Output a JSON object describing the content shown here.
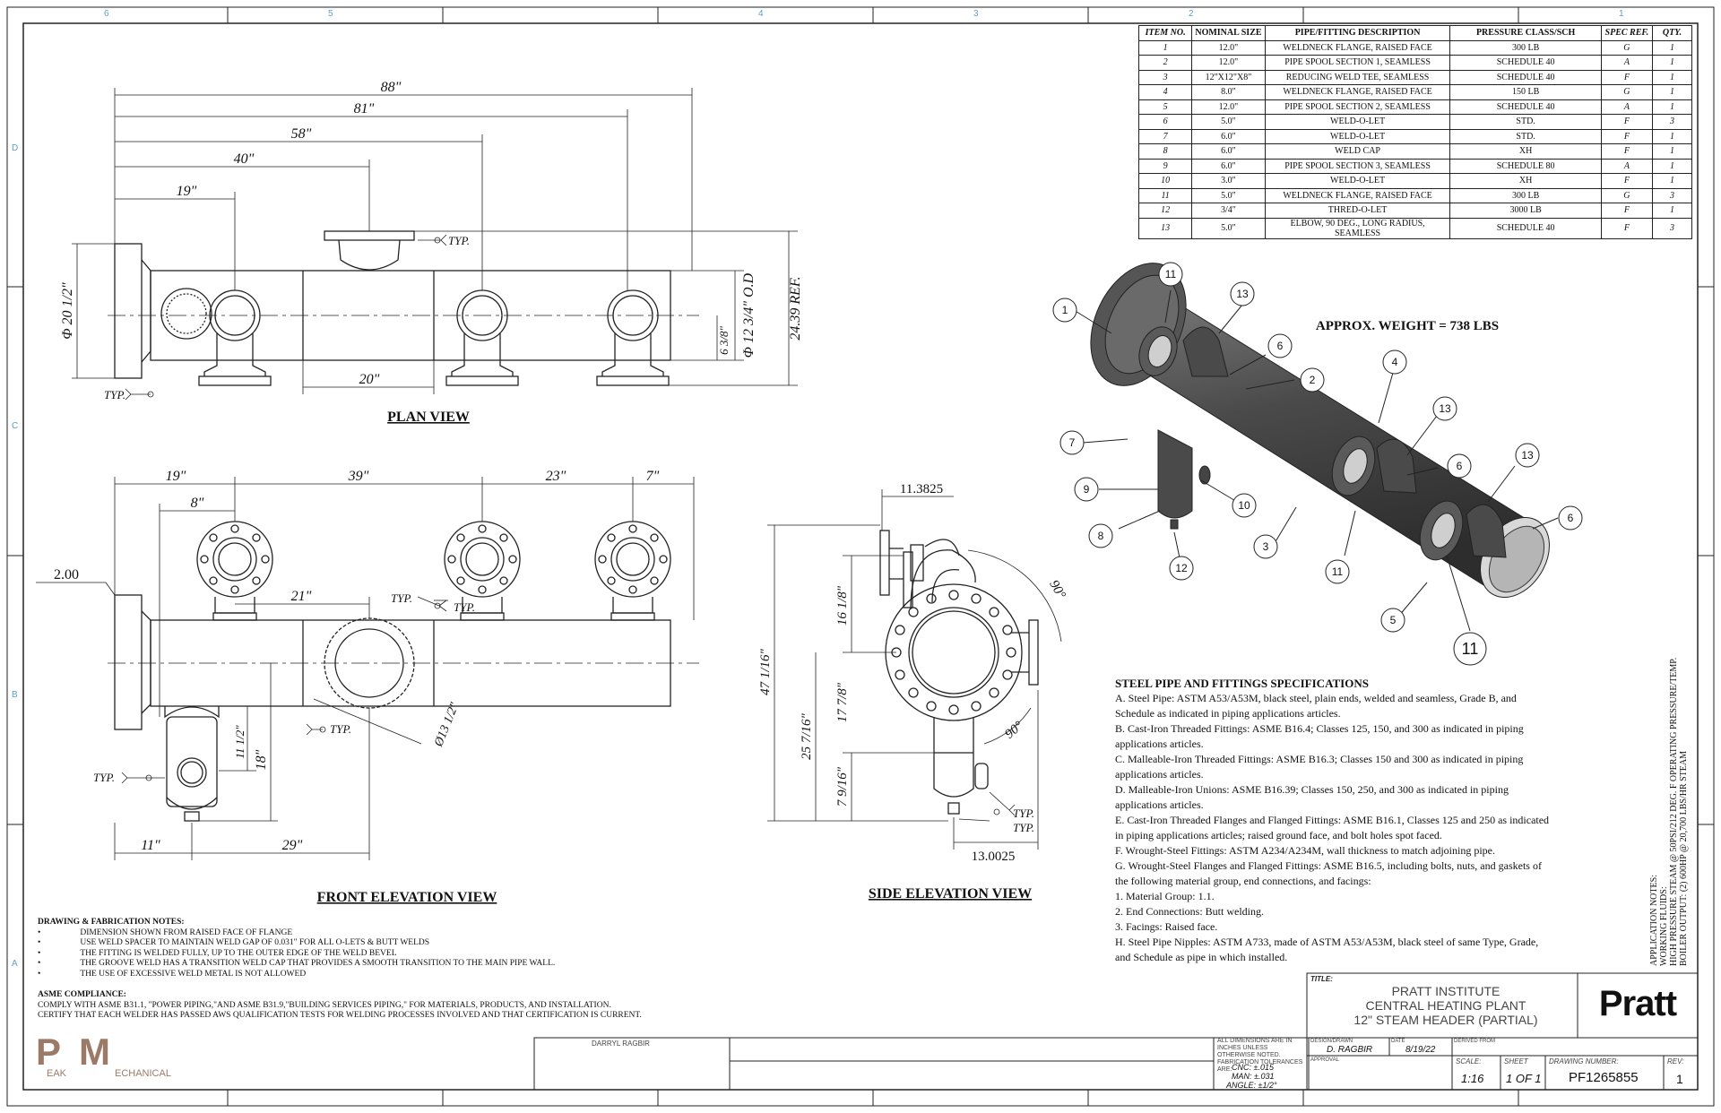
{
  "colors": {
    "line": "#222222",
    "steel": "#4a4a4a",
    "steel_light": "#8a8a8a",
    "zone": "#5aa3c7"
  },
  "zones": {
    "top": [
      "6",
      "5",
      "4",
      "3",
      "2",
      "1"
    ],
    "side": [
      "D",
      "C",
      "B",
      "A"
    ]
  },
  "plan_view": {
    "title": "PLAN VIEW",
    "dims": [
      "88\"",
      "81\"",
      "58\"",
      "40\"",
      "19\"",
      "20\"",
      "24.39 REF.",
      "6 3/8\"",
      "Φ 12 3/4\" O.D",
      "Φ 20 1/2\""
    ],
    "typ": [
      "TYP.",
      "TYP."
    ]
  },
  "front_view": {
    "title": "FRONT ELEVATION VIEW",
    "dims": [
      "19\"",
      "39\"",
      "23\"",
      "7\"",
      "8\"",
      "21\"",
      "2.00",
      "11 1/2\"",
      "18\"",
      "11\"",
      "29\"",
      "Ø13 1/2\""
    ],
    "typ": [
      "TYP.",
      "TYP.",
      "TYP.",
      "TYP."
    ]
  },
  "side_view": {
    "title": "SIDE ELEVATION VIEW",
    "dims": [
      "11.3825",
      "16 1/8\"",
      "47 1/16\"",
      "17 7/8\"",
      "25 7/16\"",
      "7 9/16\"",
      "13.0025",
      "90°",
      "90°"
    ],
    "typ": [
      "TYP.",
      "TYP."
    ]
  },
  "iso": {
    "weight": "APPROX. WEIGHT = 738 LBS",
    "balloons": [
      "1",
      "11",
      "13",
      "6",
      "2",
      "4",
      "13",
      "6",
      "13",
      "6",
      "7",
      "9",
      "10",
      "8",
      "12",
      "3",
      "11",
      "5",
      "11"
    ]
  },
  "bom": {
    "headers": [
      "ITEM NO.",
      "NOMINAL SIZE",
      "PIPE/FITTING DESCRIPTION",
      "PRESSURE CLASS/SCH",
      "SPEC REF.",
      "QTY."
    ],
    "rows": [
      [
        "1",
        "12.0\"",
        "WELDNECK FLANGE, RAISED FACE",
        "300 LB",
        "G",
        "1"
      ],
      [
        "2",
        "12.0\"",
        "PIPE SPOOL SECTION 1, SEAMLESS",
        "SCHEDULE 40",
        "A",
        "1"
      ],
      [
        "3",
        "12\"X12\"X8\"",
        "REDUCING WELD TEE, SEAMLESS",
        "SCHEDULE 40",
        "F",
        "1"
      ],
      [
        "4",
        "8.0\"",
        "WELDNECK FLANGE, RAISED FACE",
        "150 LB",
        "G",
        "1"
      ],
      [
        "5",
        "12.0\"",
        "PIPE SPOOL SECTION 2, SEAMLESS",
        "SCHEDULE 40",
        "A",
        "1"
      ],
      [
        "6",
        "5.0\"",
        "WELD-O-LET",
        "STD.",
        "F",
        "3"
      ],
      [
        "7",
        "6.0\"",
        "WELD-O-LET",
        "STD.",
        "F",
        "1"
      ],
      [
        "8",
        "6.0\"",
        "WELD CAP",
        "XH",
        "F",
        "1"
      ],
      [
        "9",
        "6.0\"",
        "PIPE SPOOL SECTION 3, SEAMLESS",
        "SCHEDULE 80",
        "A",
        "1"
      ],
      [
        "10",
        "3.0\"",
        "WELD-O-LET",
        "XH",
        "F",
        "1"
      ],
      [
        "11",
        "5.0\"",
        "WELDNECK FLANGE, RAISED FACE",
        "300 LB",
        "G",
        "3"
      ],
      [
        "12",
        "3/4\"",
        "THRED-O-LET",
        "3000 LB",
        "F",
        "1"
      ],
      [
        "13",
        "5.0\"",
        "ELBOW, 90 DEG., LONG RADIUS, SEAMLESS",
        "SCHEDULE 40",
        "F",
        "3"
      ]
    ]
  },
  "specs": {
    "heading": "STEEL PIPE AND FITTINGS SPECIFICATIONS",
    "lines": [
      "A. Steel Pipe: ASTM A53/A53M, black steel, plain ends, welded and seamless, Grade B, and",
      "Schedule as indicated in piping applications articles.",
      "B. Cast-Iron Threaded Fittings: ASME B16.4; Classes 125, 150, and 300 as indicated in piping",
      "applications articles.",
      "C. Malleable-Iron Threaded Fittings: ASME B16.3; Classes 150 and 300 as indicated in piping",
      "applications articles.",
      "D. Malleable-Iron Unions: ASME B16.39; Classes 150, 250, and 300 as indicated in piping",
      "applications articles.",
      "E. Cast-Iron Threaded Flanges and Flanged Fittings: ASME B16.1, Classes 125 and 250 as indicated",
      "in piping applications articles; raised ground face, and bolt holes spot faced.",
      "F. Wrought-Steel Fittings: ASTM A234/A234M, wall thickness to match adjoining pipe.",
      "G. Wrought-Steel Flanges and Flanged Fittings: ASME B16.5, including bolts, nuts, and gaskets of",
      "the following material group, end connections, and facings:",
      "1. Material Group: 1.1.",
      "2. End Connections: Butt welding.",
      "3. Facings: Raised face.",
      "H. Steel Pipe Nipples: ASTM A733, made of ASTM A53/A53M, black steel of same Type, Grade,",
      "and Schedule as pipe in which installed."
    ]
  },
  "app_notes": [
    "APPLICATION NOTES:",
    "WORKING FLUIDS:",
    "HIGH PRESSURE STEAM @ 50PSI/212 DEG. F OPERATING PRESSURE/TEMP.",
    "BOILER OUTPUT: (2) 600HP @ 20,700 LBS/HR STEAM"
  ],
  "fab_notes": {
    "heading": "DRAWING & FABRICATION NOTES:",
    "items": [
      "DIMENSION SHOWN FROM RAISED FACE OF FLANGE",
      "USE WELD SPACER TO MAINTAIN WELD GAP OF 0.031\" FOR ALL O-LETS & BUTT WELDS",
      "THE FITTING IS WELDED FULLY, UP TO THE OUTER EDGE OF THE WELD BEVEL",
      "THE GROOVE WELD HAS A TRANSITION WELD CAP THAT PROVIDES A SMOOTH TRANSITION TO THE MAIN PIPE WALL.",
      "THE USE OF EXCESSIVE WELD METAL IS NOT ALLOWED"
    ],
    "asme_heading": "ASME COMPLIANCE:",
    "asme_lines": [
      "COMPLY WITH ASME B31.1, \"POWER PIPING,\"AND ASME B31.9,\"BUILDING SERVICES PIPING,\" FOR MATERIALS, PRODUCTS, AND INSTALLATION.",
      "CERTIFY THAT EACH WELDER HAS PASSED AWS QUALIFICATION TESTS FOR WELDING PROCESSES INVOLVED AND THAT CERTIFICATION IS CURRENT."
    ]
  },
  "logo": {
    "mark": "PM",
    "left": "EAK",
    "right": "ECHANICAL"
  },
  "title_block": {
    "title_label": "TITLE:",
    "title_lines": [
      "PRATT INSTITUTE",
      "CENTRAL HEATING PLANT",
      "12\" STEAM HEADER (PARTIAL)"
    ],
    "brand": "Pratt",
    "property_of": "DARRYL RAGBIR",
    "tolerances_label": "ALL DIMENSIONS ARE IN INCHES UNLESS OTHERWISE NOTED. FABRICATION TOLERANCES ARE:",
    "tolerances": [
      [
        "CNC:",
        "±.015"
      ],
      [
        "MAN:",
        "±.031"
      ],
      [
        "ANGLE:",
        "±1/2°"
      ]
    ],
    "designer_label": "DESIGN/DRAWN",
    "designer": "D. RAGBIR",
    "date_label": "DATE",
    "date": "8/19/22",
    "approval_label": "APPROVAL",
    "derived_label": "DERIVED FROM",
    "scale_label": "SCALE:",
    "scale": "1:16",
    "sheet_label": "SHEET",
    "sheet": "1 OF 1",
    "dwg_label": "DRAWING NUMBER:",
    "dwg": "PF1265855",
    "rev_label": "REV:",
    "rev": "1"
  }
}
